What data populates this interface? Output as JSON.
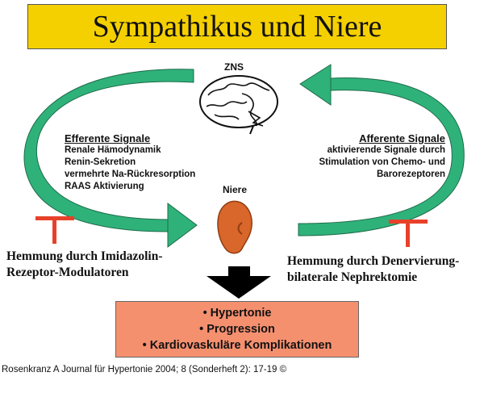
{
  "title": "Sympathikus und Niere",
  "zns_label": "ZNS",
  "niere_label": "Niere",
  "efferent": {
    "heading": "Efferente Signale",
    "items": [
      "Renale Hämodynamik",
      "Renin-Sekretion",
      "vermehrte Na-Rückresorption",
      "RAAS Aktivierung"
    ]
  },
  "afferent": {
    "heading": "Afferente Signale",
    "items": [
      "aktivierende Signale durch",
      "Stimulation von Chemo- und",
      "Barorezeptoren"
    ]
  },
  "inhibition_left": [
    "Hemmung durch Imidazolin-",
    "Rezeptor-Modulatoren"
  ],
  "inhibition_right": [
    "Hemmung durch Denervierung-",
    "bilaterale Nephrektomie"
  ],
  "outcomes": [
    "• Hypertonie",
    "• Progression",
    "• Kardiovaskuläre Komplikationen"
  ],
  "caption": "Rosenkranz A Journal für Hypertonie 2004; 8 (Sonderheft 2): 17-19 ©",
  "colors": {
    "title_bg": "#f5d000",
    "arrow_green": "#2fb27a",
    "inhibit_red": "#e8412a",
    "outcome_bg": "#f5906f",
    "kidney": "#d9662a"
  }
}
